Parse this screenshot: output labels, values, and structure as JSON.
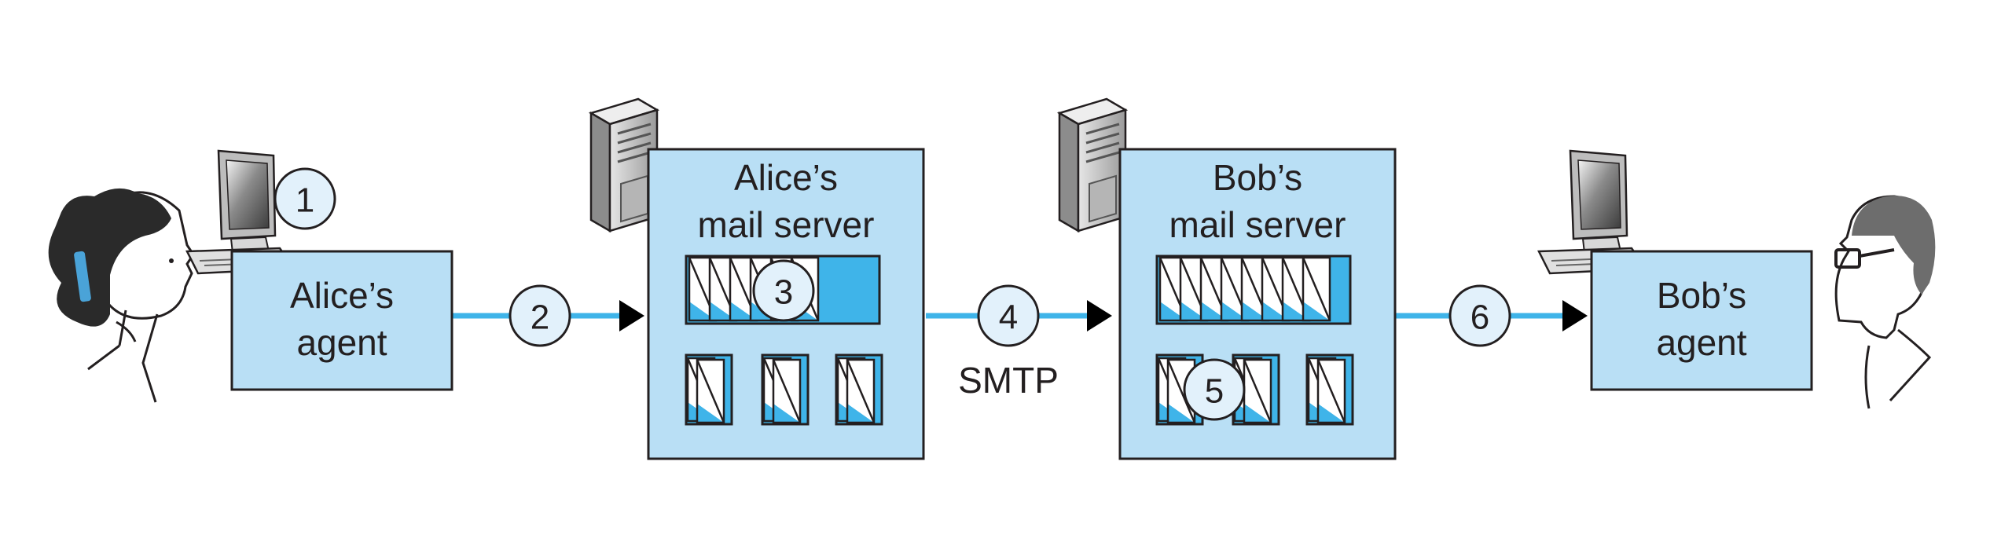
{
  "colors": {
    "box_fill": "#b9dff5",
    "accent": "#3fb4e9",
    "circle_fill": "#e2f1fb",
    "stroke": "#231f20",
    "hair": "#2a2a2a",
    "headband": "#4aa3d8"
  },
  "icons": {
    "alice": "woman-head-icon",
    "bob": "man-head-icon",
    "computer": "desktop-computer-icon",
    "server": "server-tower-icon",
    "message": "envelope-stack-icon"
  },
  "nodes": {
    "alice_agent": {
      "line1": "Alice’s",
      "line2": "agent"
    },
    "alice_server": {
      "line1": "Alice’s",
      "line2": "mail server"
    },
    "bob_server": {
      "line1": "Bob’s",
      "line2": "mail server"
    },
    "bob_agent": {
      "line1": "Bob’s",
      "line2": "agent"
    }
  },
  "protocol_label": "SMTP",
  "steps": [
    "1",
    "2",
    "3",
    "4",
    "5",
    "6"
  ]
}
